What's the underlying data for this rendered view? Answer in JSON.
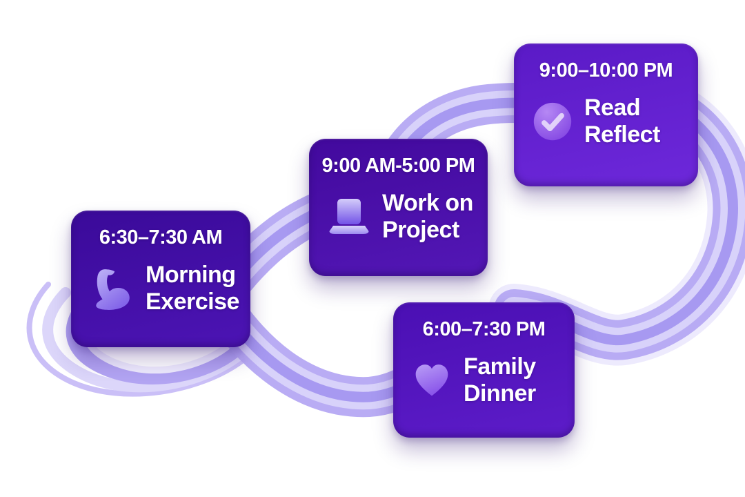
{
  "cards": [
    {
      "id": "morning-exercise",
      "time": "6:30–7:30 AM",
      "title_lines": [
        "Morning",
        "Exercise"
      ],
      "icon": "bicep-icon",
      "bg_top": "#3a0a99",
      "bg_bottom": "#4c14b4"
    },
    {
      "id": "work-on-project",
      "time": "9:00 AM-5:00 PM",
      "title_lines": [
        "Work on",
        "Project"
      ],
      "icon": "laptop-icon",
      "bg_top": "#42099d",
      "bg_bottom": "#5317b6"
    },
    {
      "id": "read-reflect",
      "time": "9:00–10:00 PM",
      "title_lines": [
        "Read",
        "Reflect"
      ],
      "icon": "check-icon",
      "bg_top": "#5a1ac6",
      "bg_bottom": "#6d28da"
    },
    {
      "id": "family-dinner",
      "time": "6:00–7:30 PM",
      "title_lines": [
        "Family",
        "Dinner"
      ],
      "icon": "heart-icon",
      "bg_top": "#4a0fb3",
      "bg_bottom": "#5d1cc9"
    }
  ],
  "ribbon": {
    "base": "#b5a8f3",
    "light": "#d8d2fa",
    "core": "#9f8fee",
    "glow": "#e6e1fc",
    "curl_outer": "#cabff7",
    "curl_mid": "#dcd6fa",
    "curl_inner": "#b2a4f2",
    "curl_highlight": "#eeebfd"
  },
  "colors": {
    "text": "#ffffff",
    "icon_light": "#b9aef6",
    "icon_dark": "#8455e8",
    "background": "#ffffff"
  }
}
